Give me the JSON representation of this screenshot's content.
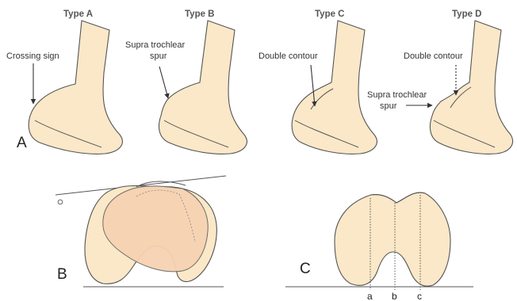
{
  "types": [
    {
      "title": "Type A"
    },
    {
      "title": "Type B"
    },
    {
      "title": "Type C"
    },
    {
      "title": "Type D"
    }
  ],
  "annotations": {
    "crossing_sign": "Crossing sign",
    "supra_b_1": "Supra trochlear",
    "supra_b_2": "spur",
    "double_c": "Double contour",
    "double_d": "Double contour",
    "supra_d_1": "Supra trochlear",
    "supra_d_2": "spur"
  },
  "panels": {
    "a": "A",
    "b": "B",
    "c": "C"
  },
  "markers": {
    "a": "a",
    "b": "b",
    "c": "c"
  },
  "colors": {
    "bone_fill": "#fae8c8",
    "overlay_fill": "#f6d2b2",
    "outline": "#555555"
  }
}
